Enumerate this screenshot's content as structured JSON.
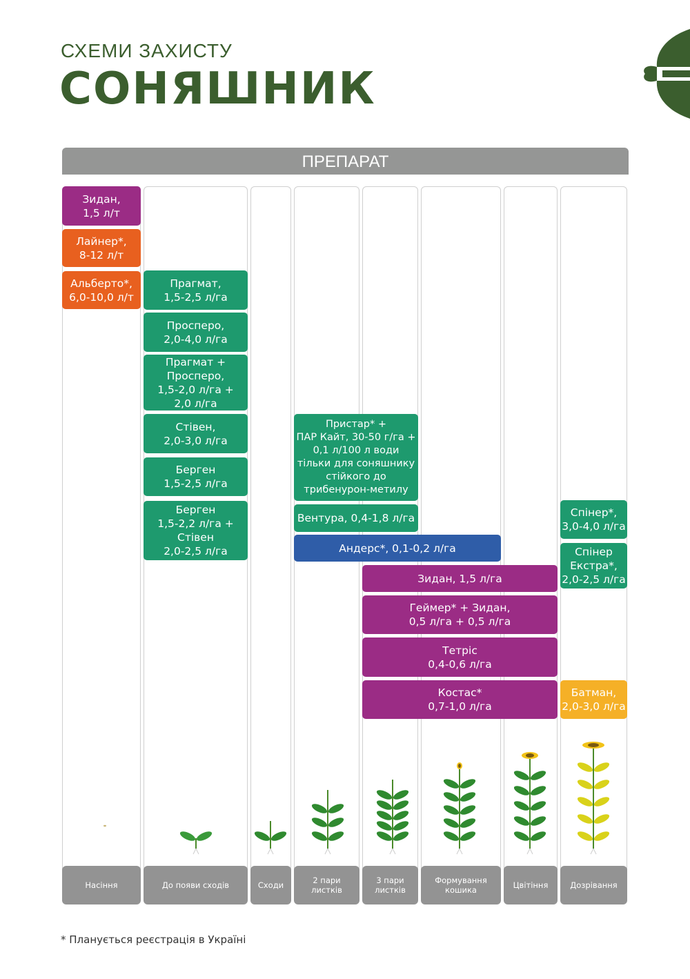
{
  "header": {
    "subtitle": "СХЕМИ ЗАХИСТУ",
    "title": "СОНЯШНИК",
    "table_header": "ПРЕПАРАТ"
  },
  "colors": {
    "brand_green": "#3B5E2E",
    "purple": "#9B2C85",
    "orange": "#E8601F",
    "green": "#1E9A6E",
    "blue": "#2F5DA8",
    "yellow": "#F5B027",
    "gray": "#939393"
  },
  "stages": [
    "Насіння",
    "До появи сходів",
    "Сходи",
    "2 пари\nлистків",
    "3 пари\nлистків",
    "Формування\nкошика",
    "Цвітіння",
    "Дозрівання"
  ],
  "products": [
    {
      "text": "Зидан,\n1,5 л/т",
      "color": "purple"
    },
    {
      "text": "Лайнер*,\n8-12 л/т",
      "color": "orange"
    },
    {
      "text": "Альберто*,\n6,0-10,0 л/т",
      "color": "orange"
    },
    {
      "text": "Прагмат,\n1,5-2,5 л/га",
      "color": "green"
    },
    {
      "text": "Просперо,\n2,0-4,0 л/га",
      "color": "green"
    },
    {
      "text": "Прагмат +\nПросперо,\n1,5-2,0 л/га +\n2,0 л/га",
      "color": "green"
    },
    {
      "text": "Стівен,\n2,0-3,0 л/га",
      "color": "green"
    },
    {
      "text": "Берген\n1,5-2,5 л/га",
      "color": "green"
    },
    {
      "text": "Берген\n1,5-2,2 л/га +\nСтівен\n2,0-2,5 л/га",
      "color": "green"
    },
    {
      "text": "Пристар* +\nПАР Кайт, 30-50 г/га +\n0,1 л/100 л води\nтільки для соняшнику\nстійкого до\nтрибенурон-метилу",
      "color": "green"
    },
    {
      "text": "Вентура, 0,4-1,8 л/га",
      "color": "green"
    },
    {
      "text": "Андерс*, 0,1-0,2  л/га",
      "color": "blue"
    },
    {
      "text": "Зидан, 1,5 л/га",
      "color": "purple"
    },
    {
      "text": "Геймер* + Зидан,\n0,5 л/га + 0,5 л/га",
      "color": "purple"
    },
    {
      "text": "Тетріс\n0,4-0,6 л/га",
      "color": "purple"
    },
    {
      "text": "Костас*\n0,7-1,0 л/га",
      "color": "purple"
    },
    {
      "text": "Спінер*,\n3,0-4,0 л/га",
      "color": "green"
    },
    {
      "text": "Спінер\nЕкстра*,\n2,0-2,5 л/га",
      "color": "green"
    },
    {
      "text": "Батман,\n2,0-3,0 л/га",
      "color": "yellow"
    }
  ],
  "footnote": "* Планується реєстрація в Україні"
}
